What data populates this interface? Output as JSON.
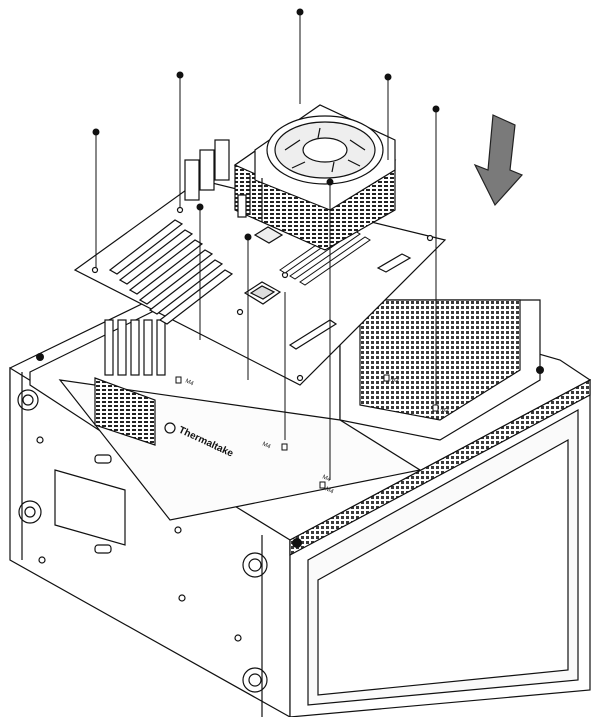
{
  "brand": {
    "logo_text": "Thermaltake"
  },
  "standoff_labels": [
    "M4",
    "M4",
    "M4",
    "M4",
    "M4",
    "M4"
  ],
  "colors": {
    "line": "#111111",
    "fill": "#ffffff",
    "shade": "#9a9a9a",
    "mesh": "#3a3a3a",
    "arrow": "#7a7a7a"
  },
  "icons": [
    "down-arrow-icon",
    "screw-icon",
    "cpu-cooler-fan-icon"
  ]
}
